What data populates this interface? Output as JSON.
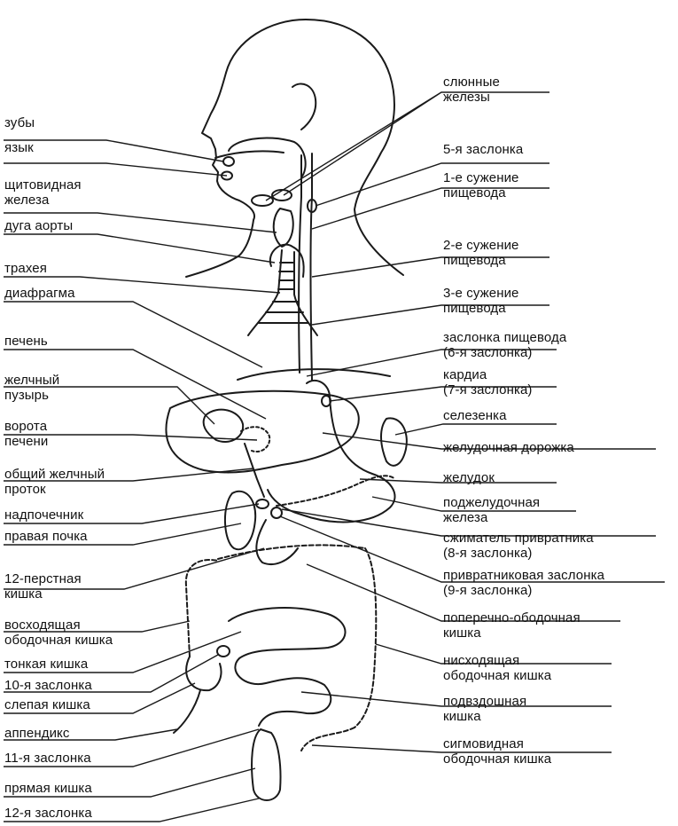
{
  "left_labels": [
    {
      "id": "teeth",
      "lines": [
        "зубы"
      ]
    },
    {
      "id": "tongue",
      "lines": [
        "язык"
      ]
    },
    {
      "id": "thyroid",
      "lines": [
        "щитовидная",
        "железа"
      ]
    },
    {
      "id": "aortic-arch",
      "lines": [
        "дуга аорты"
      ]
    },
    {
      "id": "trachea",
      "lines": [
        "трахея"
      ]
    },
    {
      "id": "diaphragm",
      "lines": [
        "диафрагма"
      ]
    },
    {
      "id": "liver",
      "lines": [
        "печень"
      ]
    },
    {
      "id": "gallbladder",
      "lines": [
        "желчный",
        "пузырь"
      ]
    },
    {
      "id": "porta-hepatis",
      "lines": [
        "ворота",
        "печени"
      ]
    },
    {
      "id": "bile-duct",
      "lines": [
        "общий желчный",
        "проток"
      ]
    },
    {
      "id": "adrenal",
      "lines": [
        "надпочечник"
      ]
    },
    {
      "id": "right-kidney",
      "lines": [
        "правая почка"
      ]
    },
    {
      "id": "duodenum",
      "lines": [
        "12-перстная",
        "кишка"
      ]
    },
    {
      "id": "ascending-colon",
      "lines": [
        "восходящая",
        "ободочная кишка"
      ]
    },
    {
      "id": "small-intestine",
      "lines": [
        "тонкая кишка"
      ]
    },
    {
      "id": "valve-10",
      "lines": [
        "10-я заслонка"
      ]
    },
    {
      "id": "cecum",
      "lines": [
        "слепая кишка"
      ]
    },
    {
      "id": "appendix",
      "lines": [
        "аппендикс"
      ]
    },
    {
      "id": "valve-11",
      "lines": [
        "11-я заслонка"
      ]
    },
    {
      "id": "rectum",
      "lines": [
        "прямая кишка"
      ]
    },
    {
      "id": "valve-12",
      "lines": [
        "12-я заслонка"
      ]
    }
  ],
  "right_labels": [
    {
      "id": "salivary",
      "lines": [
        "слюнные",
        "железы"
      ]
    },
    {
      "id": "valve-5",
      "lines": [
        "5-я заслонка"
      ]
    },
    {
      "id": "constriction-1",
      "lines": [
        "1-е сужение",
        "пищевода"
      ]
    },
    {
      "id": "constriction-2",
      "lines": [
        "2-е сужение",
        "пищевода"
      ]
    },
    {
      "id": "constriction-3",
      "lines": [
        "3-е сужение",
        "пищевода"
      ]
    },
    {
      "id": "esophageal-valve",
      "lines": [
        "заслонка пищевода",
        "(6-я заслонка)"
      ]
    },
    {
      "id": "cardia",
      "lines": [
        "кардиа",
        "(7-я заслонка)"
      ]
    },
    {
      "id": "spleen",
      "lines": [
        "селезенка"
      ]
    },
    {
      "id": "gastric-path",
      "lines": [
        "желудочная дорожка"
      ]
    },
    {
      "id": "stomach",
      "lines": [
        "желудок"
      ]
    },
    {
      "id": "pancreas",
      "lines": [
        "поджелудочная",
        "железа"
      ]
    },
    {
      "id": "pyloric-sphincter",
      "lines": [
        "сжиматель привратника",
        "(8-я заслонка)"
      ]
    },
    {
      "id": "pyloric-valve",
      "lines": [
        "привратниковая заслонка",
        "(9-я заслонка)"
      ]
    },
    {
      "id": "transverse-colon",
      "lines": [
        "поперечно-ободочная",
        "кишка"
      ]
    },
    {
      "id": "descending-colon",
      "lines": [
        "нисходящая",
        "ободочная кишка"
      ]
    },
    {
      "id": "ileum",
      "lines": [
        "подвздошная",
        "кишка"
      ]
    },
    {
      "id": "sigmoid-colon",
      "lines": [
        "сигмовидная",
        "ободочная кишка"
      ]
    }
  ]
}
